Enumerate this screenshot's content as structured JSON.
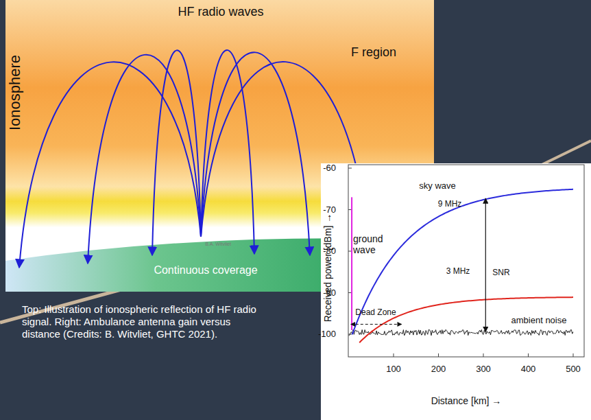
{
  "diagram": {
    "caption": "Top: Illustration of ionospheric reflection of HF radio signal. Right: Ambulance antenna gain versus distance (Credits: B. Witvliet, GHTC 2021).",
    "labels": [
      "HF radio waves",
      "F region",
      "Ionosphere",
      "B.A. Witvliet",
      "Continuous coverage",
      "-60",
      "-70",
      "-80",
      "-90",
      "-100",
      "100",
      "200",
      "300",
      "400",
      "500",
      "Received power [dBm] →",
      "Distance [km] →",
      "sky wave",
      "9 MHz",
      "ground wave",
      "SNR",
      "3 MHz",
      "Dead Zone",
      "ambient noise"
    ]
  }
}
